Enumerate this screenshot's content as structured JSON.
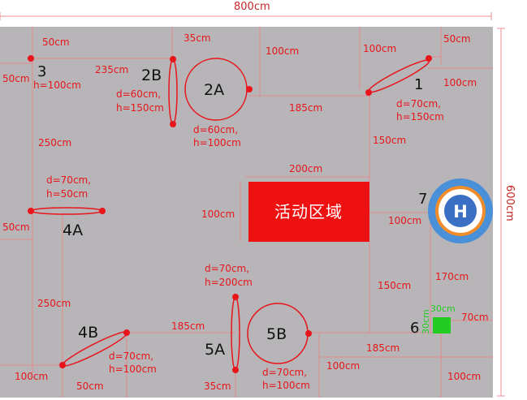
{
  "outer": {
    "width": "800cm",
    "height": "600cm"
  },
  "active_area": {
    "label": "活动区域"
  },
  "helipad": {
    "letter": "H"
  },
  "colors": {
    "field": "#b7b5b8",
    "accent": "#e8151b",
    "target_outer": "#4a90d9",
    "target_mid": "#f08c2a",
    "target_core": "#3b6fc4",
    "marker": "#22cc22"
  },
  "items": {
    "n1": {
      "number": "1",
      "d": "d=70cm,",
      "h": "h=150cm"
    },
    "n2a": {
      "number": "2A",
      "d": "d=60cm,",
      "h": "h=100cm"
    },
    "n2b": {
      "number": "2B",
      "d": "d=60cm,",
      "h": "h=150cm"
    },
    "n3": {
      "number": "3",
      "h": "h=100cm"
    },
    "n4a": {
      "number": "4A",
      "d": "d=70cm,",
      "h": "h=50cm"
    },
    "n4b": {
      "number": "4B",
      "d": "d=70cm,",
      "h": "h=100cm"
    },
    "n5a": {
      "number": "5A",
      "d": "d=70cm,",
      "h": "h=200cm"
    },
    "n5b": {
      "number": "5B",
      "d": "d=70cm,",
      "h": "h=100cm"
    },
    "n6": {
      "number": "6",
      "w": "30cm",
      "hgt": "30cm"
    },
    "n7": {
      "number": "7"
    }
  },
  "dims": {
    "top_50": "50cm",
    "top_35": "35cm",
    "top_100a": "100cm",
    "top_100b": "100cm",
    "top_50r": "50cm",
    "left_50": "50cm",
    "mid_235": "235cm",
    "right_100": "100cm",
    "mid_185": "185cm",
    "v_150": "150cm",
    "left_250": "250cm",
    "mid_200": "200cm",
    "mid_100l": "100cm",
    "mid_100r": "100cm",
    "left_50b": "50cm",
    "right_170": "170cm",
    "v_150b": "150cm",
    "left_250b": "250cm",
    "right_70": "70cm",
    "bot_185": "185cm",
    "bot_185r": "185cm",
    "bot_100l": "100cm",
    "bot_50": "50cm",
    "bot_35": "35cm",
    "bot_100m": "100cm",
    "bot_100r": "100cm"
  }
}
